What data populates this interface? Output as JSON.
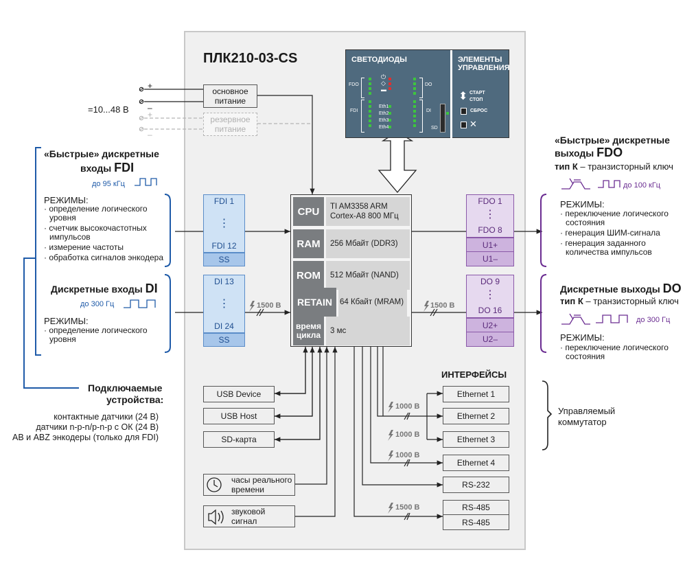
{
  "title": "ПЛК210-03-CS",
  "power": {
    "main": "основное питание",
    "main_l1": "основное",
    "main_l2": "питание",
    "backup_l1": "резервное",
    "backup_l2": "питание",
    "voltage": "=10...48 В",
    "plus": "+",
    "minus": "–"
  },
  "panel": {
    "leds_title": "СВЕТОДИОДЫ",
    "controls_title_l1": "ЭЛЕМЕНТЫ",
    "controls_title_l2": "УПРАВЛЕНИЯ",
    "fdo": "FDO",
    "fdi": "FDI",
    "do": "DO",
    "di": "DI",
    "sd": "SD",
    "eth": [
      "Eth1",
      "Eth2",
      "Eth3",
      "Eth4"
    ],
    "start": "СТАРТ",
    "stop": "СТОП",
    "reset": "СБРОС"
  },
  "fdi": {
    "title_l1": "«Быстрые» дискретные",
    "title_l2": "входы",
    "code": "FDI",
    "freq": "до 95 кГц",
    "modes_title": "РЕЖИМЫ:",
    "modes": [
      "· определение логического",
      "уровня",
      "· счетчик высокочастотных",
      "импульсов",
      "· измерение частоты",
      "· обработка сигналов энкодера"
    ],
    "first": "FDI 1",
    "last": "FDI 12",
    "ss": "SS",
    "dots": "⋮"
  },
  "di": {
    "title": "Дискретные входы",
    "code": "DI",
    "freq": "до 300 Гц",
    "modes_title": "РЕЖИМЫ:",
    "modes": [
      "· определение логического",
      "уровня"
    ],
    "first": "DI 13",
    "last": "DI 24",
    "ss": "SS",
    "dots": "⋮"
  },
  "devices": {
    "title_l1": "Подключаемые",
    "title_l2": "устройства:",
    "items": [
      "контактные датчики (24 В)",
      "датчики n-p-n/p-n-p с ОК (24 В)",
      "АВ и ABZ энкодеры (только для FDI)"
    ]
  },
  "cpu": {
    "rows": [
      {
        "label": "CPU",
        "value_l1": "TI AM3358 ARM",
        "value_l2": "Cortex-A8 800 МГц"
      },
      {
        "label": "RAM",
        "value_l1": "256 Мбайт (DDR3)",
        "value_l2": ""
      },
      {
        "label": "ROM",
        "value_l1": "512 Мбайт (NAND)",
        "value_l2": ""
      },
      {
        "label": "RETAIN",
        "value_l1": "64 Кбайт (MRAM)",
        "value_l2": ""
      },
      {
        "label_l1": "время",
        "label_l2": "цикла",
        "value_l1": "3 мс",
        "value_l2": ""
      }
    ]
  },
  "isolation": {
    "v1500": "1500 В",
    "v1000": "1000 В"
  },
  "fdo": {
    "title_l1": "«Быстрые» дискретные",
    "title_l2": "выходы",
    "code": "FDO",
    "type_prefix": "тип К",
    "type_suffix": " – транзисторный ключ",
    "freq": "до 100 кГц",
    "modes_title": "РЕЖИМЫ:",
    "modes": [
      "· переключение логического",
      "состояния",
      "· генерация ШИМ-сигнала",
      "· генерация заданного",
      "количества импульсов"
    ],
    "first": "FDO 1",
    "last": "FDO 8",
    "u1p": "U1+",
    "u1m": "U1–",
    "dots": "⋮"
  },
  "do": {
    "title": "Дискретные выходы",
    "code": "DO",
    "type_prefix": "тип К",
    "type_suffix": " – транзисторный ключ",
    "freq": "до 300 Гц",
    "modes_title": "РЕЖИМЫ:",
    "modes": [
      "· переключение логического",
      "состояния"
    ],
    "first": "DO 9",
    "last": "DO 16",
    "u2p": "U2+",
    "u2m": "U2–",
    "dots": "⋮"
  },
  "left_ifaces": [
    "USB Device",
    "USB Host",
    "SD-карта"
  ],
  "rtc": {
    "l1": "часы реального",
    "l2": "времени"
  },
  "buzzer": {
    "l1": "звуковой",
    "l2": "сигнал"
  },
  "interfaces": {
    "title": "ИНТЕРФЕЙСЫ",
    "items": [
      "Ethernet 1",
      "Ethernet 2",
      "Ethernet 3",
      "Ethernet 4",
      "RS-232",
      "RS-485",
      "RS-485"
    ],
    "switch_l1": "Управляемый",
    "switch_l2": "коммутатор"
  },
  "colors": {
    "blue": "#1e5aa8",
    "purple": "#6a2c91",
    "panel": "#4f6a7e",
    "frame": "#f0f0f0",
    "red": "#e03030",
    "green": "#3ec53e"
  }
}
